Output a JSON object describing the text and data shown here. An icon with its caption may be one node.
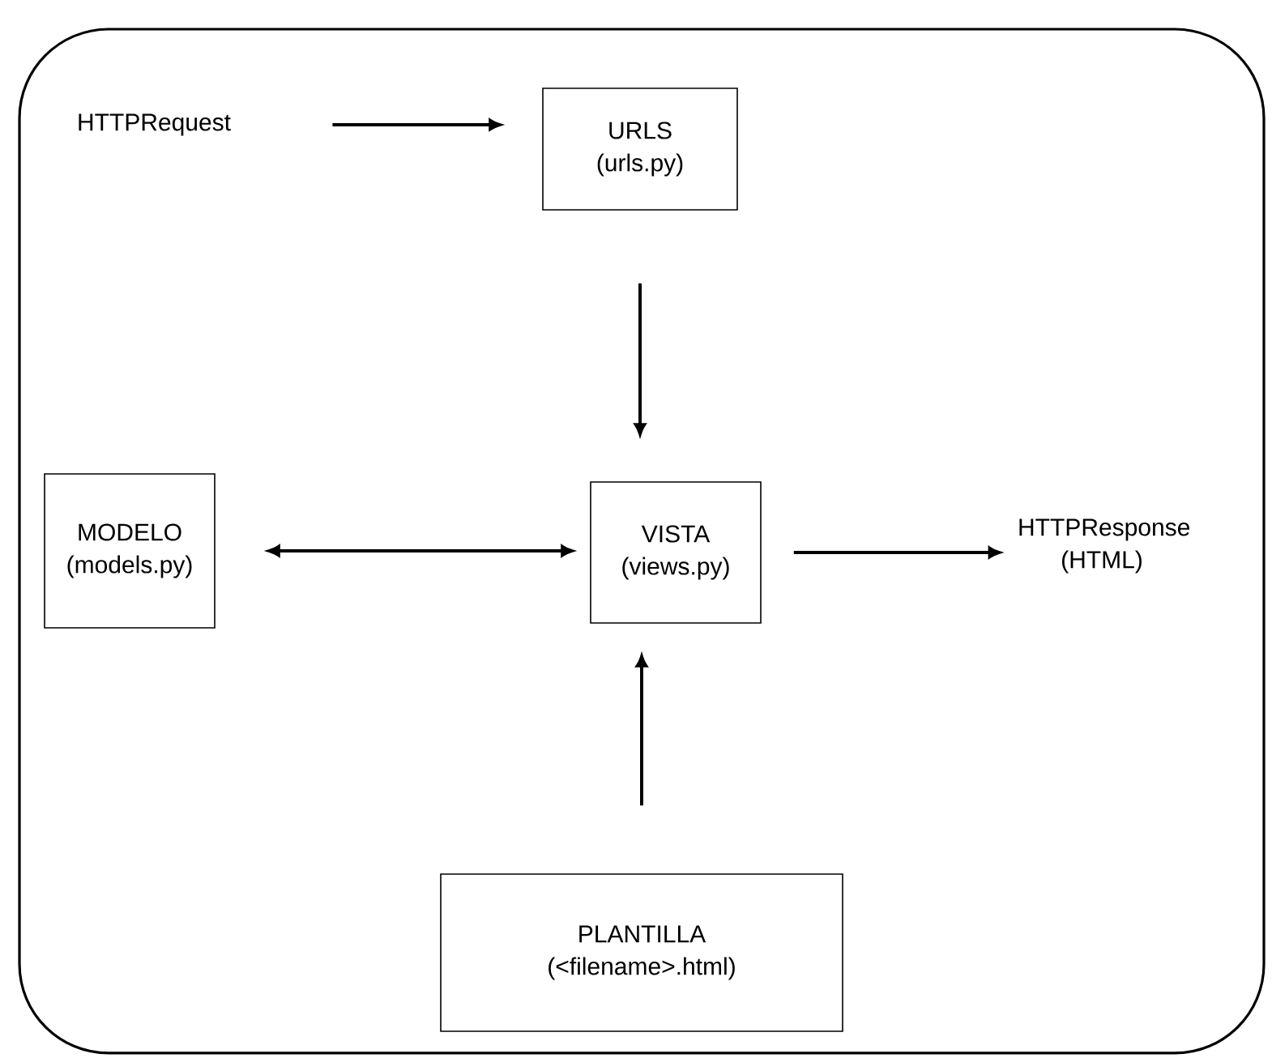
{
  "diagram": {
    "nodes": [
      {
        "text": [
          "HTTPRequest"
        ]
      },
      {
        "text": [
          "URLS (urls.py)"
        ]
      },
      {
        "text": [
          "MODELO (models.py)"
        ]
      },
      {
        "text": [
          "VISTA (views.py)"
        ]
      },
      {
        "text": [
          "HTTPResponse (HTML)"
        ]
      },
      {
        "text": [
          "PLANTILLA (<filename>.html)"
        ]
      }
    ],
    "edges": [
      {
        "from": 0,
        "to": 1,
        "arrow": "to"
      },
      {
        "from": 1,
        "to": 3,
        "arrow": "to"
      },
      {
        "from": 2,
        "to": 3,
        "arrow": "both"
      },
      {
        "from": 3,
        "to": 4,
        "arrow": "to"
      },
      {
        "from": 5,
        "to": 3,
        "arrow": "to"
      }
    ]
  }
}
